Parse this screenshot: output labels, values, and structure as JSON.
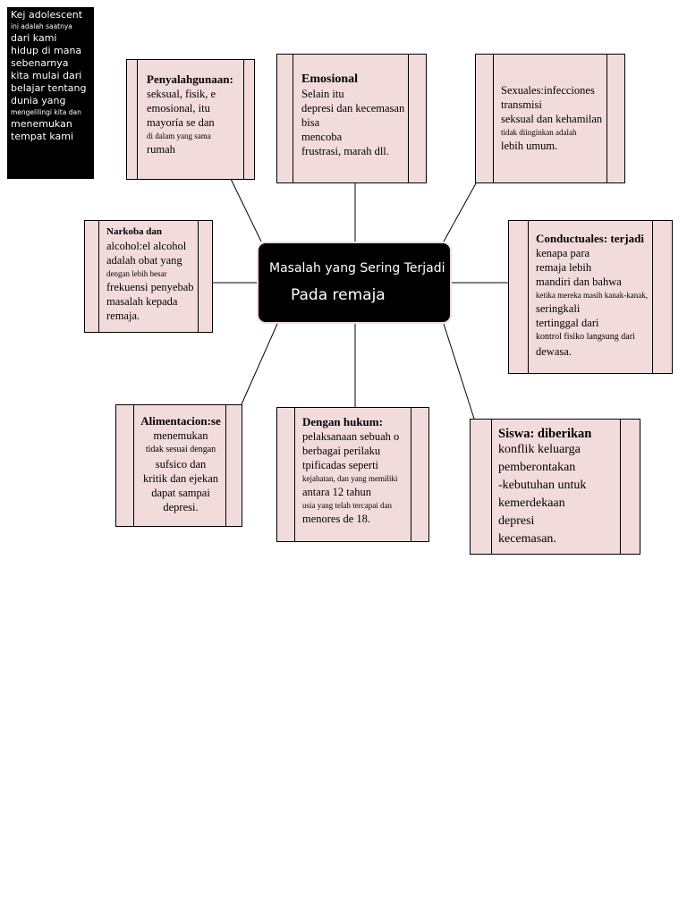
{
  "quote": [
    {
      "text": "Kej adolescent",
      "size": "q1"
    },
    {
      "text": "ini adalah saatnya",
      "size": "q2"
    },
    {
      "text": "dari kami",
      "size": "q1"
    },
    {
      "text": "hidup di mana",
      "size": "q1"
    },
    {
      "text": "sebenarnya",
      "size": "q1"
    },
    {
      "text": "kita mulai dari",
      "size": "q1"
    },
    {
      "text": "belajar tentang",
      "size": "q1"
    },
    {
      "text": "dunia yang",
      "size": "q1"
    },
    {
      "text": "mengelilingi kita dan",
      "size": "q2"
    },
    {
      "text": "menemukan",
      "size": "q1"
    },
    {
      "text": "tempat kami",
      "size": "q1"
    }
  ],
  "center": {
    "line1": "Masalah yang Sering Terjadi",
    "line2": "Pada remaja"
  },
  "boxes": {
    "penyalahgunaan": {
      "title": "Penyalahgunaan:",
      "lines": [
        {
          "text": "seksual, fisik, e",
          "s": "l13"
        },
        {
          "text": "emosional, itu",
          "s": "l13"
        },
        {
          "text": "mayoría se dan",
          "s": "l13"
        },
        {
          "text": "di dalam yang sama",
          "s": "sm"
        },
        {
          "text": "rumah",
          "s": "l13"
        }
      ]
    },
    "emosional": {
      "title": "Emosional",
      "lines": [
        {
          "text": "Selain itu",
          "s": "l13"
        },
        {
          "text": "depresi dan kecemasan",
          "s": "l13"
        },
        {
          "text": "bisa",
          "s": "l13"
        },
        {
          "text": "mencoba",
          "s": "l13"
        },
        {
          "text": "frustrasi, marah dll.",
          "s": "l13"
        }
      ]
    },
    "sexuales": {
      "title": "",
      "lines": [
        {
          "text": "Sexuales:infecciones",
          "s": "l13"
        },
        {
          "text": "transmisi",
          "s": "l13"
        },
        {
          "text": "seksual dan kehamilan",
          "s": "l13"
        },
        {
          "text": "tidak diinginkan adalah",
          "s": "sm"
        },
        {
          "text": "lebih umum.",
          "s": "l13"
        }
      ]
    },
    "narkoba": {
      "title": "Narkoba dan",
      "lines": [
        {
          "text": "alcohol:el alcohol",
          "s": "l13"
        },
        {
          "text": "adalah obat yang",
          "s": "l13"
        },
        {
          "text": "dengan lebih besar",
          "s": "sm"
        },
        {
          "text": "frekuensi penyebab",
          "s": "l13"
        },
        {
          "text": "masalah kepada",
          "s": "l13"
        },
        {
          "text": "remaja.",
          "s": "l13"
        }
      ]
    },
    "conductuales": {
      "title": "Conductuales: terjadi",
      "lines": [
        {
          "text": "kenapa para",
          "s": "l13"
        },
        {
          "text": "remaja lebih",
          "s": "l13"
        },
        {
          "text": "mandiri dan bahwa",
          "s": "l13"
        },
        {
          "text": "ketika mereka masih kanak-kanak,",
          "s": "sm"
        },
        {
          "text": "seringkali",
          "s": "l13"
        },
        {
          "text": "tertinggal dari",
          "s": "l13"
        },
        {
          "text": "kontrol fisiko langsung dari",
          "s": "sm2"
        },
        {
          "text": "dewasa.",
          "s": "l13"
        }
      ]
    },
    "alimentacion": {
      "title": "Alimentacion:se",
      "lines": [
        {
          "text": "menemukan",
          "s": "l13"
        },
        {
          "text": "tidak sesuai dengan",
          "s": "sm2"
        },
        {
          "text": "sufsico dan",
          "s": "l13"
        },
        {
          "text": "kritik dan ejekan",
          "s": "l13"
        },
        {
          "text": "dapat sampai",
          "s": "l13"
        },
        {
          "text": "depresi.",
          "s": "l13"
        }
      ]
    },
    "hukum": {
      "title": "Dengan hukum:",
      "lines": [
        {
          "text": "pelaksanaan sebuah o",
          "s": "l13"
        },
        {
          "text": "berbagai perilaku",
          "s": "l13"
        },
        {
          "text": "tpificadas seperti",
          "s": "l13"
        },
        {
          "text": "kejahatan, dan yang memiliki",
          "s": "sm"
        },
        {
          "text": "antara 12 tahun",
          "s": "l13"
        },
        {
          "text": "usia yang telah tercapai dan",
          "s": "sm"
        },
        {
          "text": "menores de 18.",
          "s": "l13"
        }
      ]
    },
    "siswa": {
      "title": "Siswa: diberikan",
      "lines": [
        {
          "text": "konflik keluarga",
          "s": "l14"
        },
        {
          "text": "pemberontakan",
          "s": "l14"
        },
        {
          "text": "-kebutuhan untuk",
          "s": "l14"
        },
        {
          "text": "kemerdekaan",
          "s": "l14"
        },
        {
          "text": "depresi",
          "s": "l14"
        },
        {
          "text": "kecemasan.",
          "s": "l14"
        }
      ]
    }
  }
}
